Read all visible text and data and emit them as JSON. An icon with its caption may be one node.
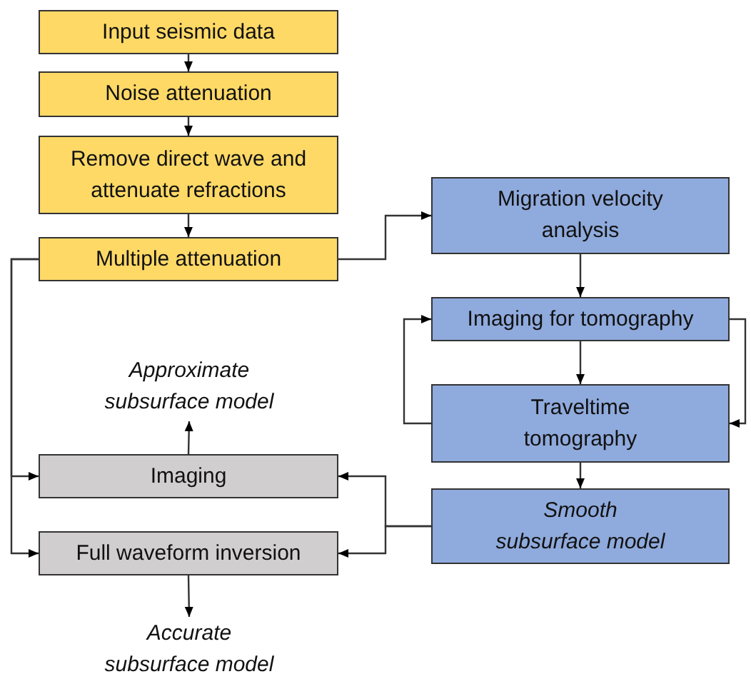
{
  "diagram": {
    "nodes": [
      {
        "text": [
          "Input seismic data"
        ]
      },
      {
        "text": [
          "Noise attenuation"
        ]
      },
      {
        "text": [
          "Remove direct wave and attenuate refractions"
        ]
      },
      {
        "text": [
          "Multiple attenuation"
        ]
      },
      {
        "text": [
          "Migration velocity analysis"
        ]
      },
      {
        "text": [
          "Imaging for tomography"
        ]
      },
      {
        "text": [
          "Traveltime tomography"
        ]
      },
      {
        "text": [
          "Smooth subsurface model"
        ]
      },
      {
        "text": [
          "Imaging"
        ]
      },
      {
        "text": [
          "Full waveform inversion"
        ]
      },
      {
        "text": [
          "Approximate subsurface model"
        ]
      },
      {
        "text": [
          "Accurate subsurface model"
        ]
      }
    ],
    "edges": [
      {
        "from": 0,
        "to": 1,
        "arrow": "to"
      },
      {
        "from": 1,
        "to": 2,
        "arrow": "to"
      },
      {
        "from": 2,
        "to": 3,
        "arrow": "to"
      },
      {
        "from": 3,
        "to": 4,
        "arrow": "to"
      },
      {
        "from": 4,
        "to": 5,
        "arrow": "to"
      },
      {
        "from": 5,
        "to": 6,
        "arrow": "to"
      },
      {
        "from": 6,
        "to": 5,
        "arrow": "to"
      },
      {
        "from": 5,
        "to": 6,
        "arrow": "to"
      },
      {
        "from": 6,
        "to": 7,
        "arrow": "to"
      },
      {
        "from": 3,
        "to": 8,
        "arrow": "to"
      },
      {
        "from": 3,
        "to": 9,
        "arrow": "to"
      },
      {
        "from": 7,
        "to": 8,
        "arrow": "to"
      },
      {
        "from": 7,
        "to": 9,
        "arrow": "to"
      },
      {
        "from": 8,
        "to": 10,
        "arrow": "to"
      },
      {
        "from": 9,
        "to": 11,
        "arrow": "to"
      }
    ]
  }
}
